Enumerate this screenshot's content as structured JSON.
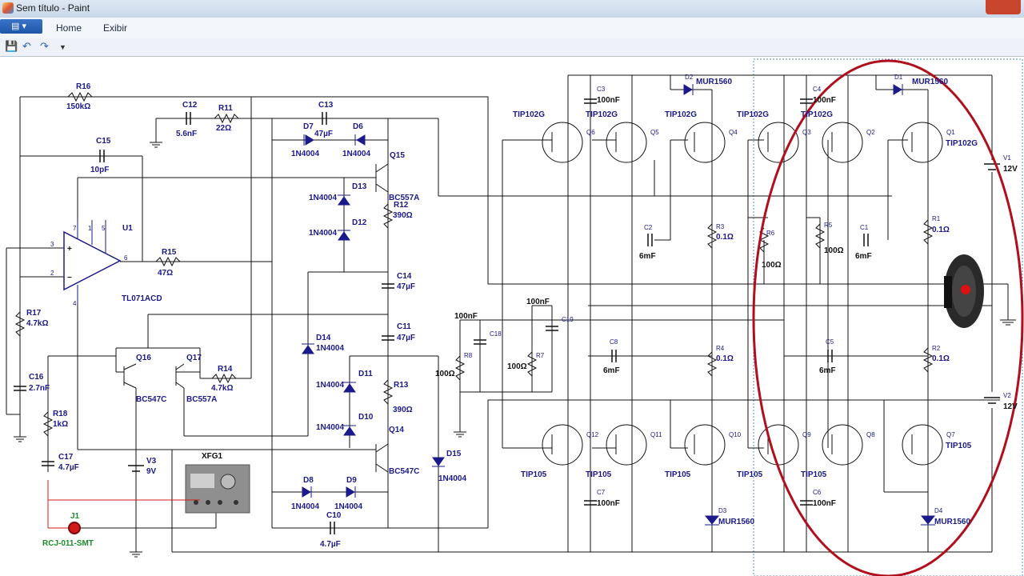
{
  "window": {
    "title": "Sem título - Paint"
  },
  "ribbon": {
    "tabs": [
      "Home",
      "Exibir"
    ]
  },
  "schematic": {
    "tip102": [
      "TIP102G",
      "TIP102G",
      "TIP102G",
      "TIP102G",
      "TIP102G",
      "TIP102G"
    ],
    "tip105": [
      "TIP105",
      "TIP105",
      "TIP105",
      "TIP105",
      "TIP105",
      "TIP105"
    ],
    "q_top": [
      "Q6",
      "Q5",
      "Q4",
      "Q3",
      "Q2",
      "Q1"
    ],
    "q_bot": [
      "Q12",
      "Q11",
      "Q10",
      "Q9",
      "Q8",
      "Q7"
    ],
    "mur": "MUR1560",
    "d1n4004": "1N4004",
    "r16": [
      "R16",
      "150kΩ"
    ],
    "c12": [
      "C12",
      "5.6nF"
    ],
    "r11": [
      "R11",
      "22Ω"
    ],
    "c13": [
      "C13",
      "47µF"
    ],
    "c15": [
      "C15",
      "10pF"
    ],
    "d7": "D7",
    "d6": "D6",
    "q15": [
      "Q15",
      "BC557A"
    ],
    "d13": "D13",
    "d12": "D12",
    "r12": [
      "R12",
      "390Ω"
    ],
    "u1": [
      "U1",
      "TL071ACD"
    ],
    "r15": [
      "R15",
      "47Ω"
    ],
    "c14": [
      "C14",
      "47µF"
    ],
    "c11": [
      "C11",
      "47µF"
    ],
    "r17": [
      "R17",
      "4.7kΩ"
    ],
    "c16": [
      "C16",
      "2.7nF"
    ],
    "r18": [
      "R18",
      "1kΩ"
    ],
    "c17": [
      "C17",
      "4.7µF"
    ],
    "q16": [
      "Q16",
      "BC547C"
    ],
    "q17": [
      "Q17",
      "BC557A"
    ],
    "r14": [
      "R14",
      "4.7kΩ"
    ],
    "d14": "D14",
    "d11": "D11",
    "d10": "D10",
    "r13": [
      "R13",
      "390Ω"
    ],
    "q14": [
      "Q14",
      "BC547C"
    ],
    "d15": "D15",
    "d8": "D8",
    "d9": "D9",
    "c10": [
      "C10",
      "4.7µF"
    ],
    "v3": [
      "V3",
      "9V"
    ],
    "xfg": "XFG1",
    "j1": [
      "J1",
      "RCJ-011-SMT"
    ],
    "r8": [
      "R8",
      "100Ω"
    ],
    "c18": [
      "C18",
      "100nF"
    ],
    "r7": [
      "R7",
      "100Ω"
    ],
    "c19": [
      "C19",
      "100nF"
    ],
    "c3": [
      "C3",
      "100nF"
    ],
    "c4": [
      "C4",
      "100nF"
    ],
    "d2": "D2",
    "d1": "D1",
    "d3": "D3",
    "d4": "D4",
    "c2": [
      "C2",
      "6mF"
    ],
    "c1": [
      "C1",
      "6mF"
    ],
    "c8": [
      "C8",
      "6mF"
    ],
    "c5": [
      "C5",
      "6mF"
    ],
    "r3": [
      "R3",
      "0.1Ω"
    ],
    "r6": [
      "R6",
      "100Ω"
    ],
    "r5": [
      "R5",
      "100Ω"
    ],
    "r1": [
      "R1",
      "0.1Ω"
    ],
    "r4": [
      "R4",
      "0.1Ω"
    ],
    "r2": [
      "R2",
      "0.1Ω"
    ],
    "c7": [
      "C7",
      "100nF"
    ],
    "c6": [
      "C6",
      "100nF"
    ],
    "v1": [
      "V1",
      "12V"
    ],
    "v2": [
      "V2",
      "12V"
    ],
    "pins": [
      "3",
      "2",
      "7",
      "1",
      "5",
      "6",
      "4"
    ]
  },
  "colors": {
    "wire": "#111111",
    "component": "#1a1a8a",
    "highlight": "#b0101e",
    "probe": "#d01a1a"
  }
}
